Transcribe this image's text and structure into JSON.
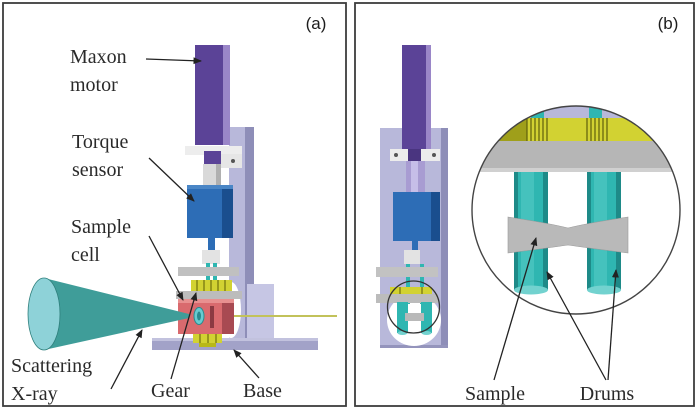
{
  "colors": {
    "motor_purple": "#5b4397",
    "motor_purple_light": "#9a86c8",
    "motor_purple_dark": "#4a3580",
    "frame_lavender": "#b8b8da",
    "frame_lavender_dark": "#8e8eb8",
    "base_lavender": "#a2a2c8",
    "base_lavender_light": "#c6c6e4",
    "sensor_blue": "#2d6db6",
    "sensor_blue_dark": "#1a4e8e",
    "drum_teal": "#2fb6b1",
    "drum_teal_dark": "#1e8a88",
    "drum_teal_light": "#72d2cf",
    "cone_teal": "#3f9d99",
    "cone_face_cyan": "#8ed2d8",
    "gear_yellow": "#d2d232",
    "gear_yellow_dark": "#70700e",
    "cell_red": "#d96a6e",
    "cell_red_dark": "#a84a52",
    "cell_red_light": "#e89090",
    "film_gray": "#b9b9b9",
    "beam_line_yellow": "#c2c25a"
  },
  "panel_a": {
    "tag": "(a)",
    "labels": {
      "maxon_line1": "Maxon",
      "maxon_line2": "motor",
      "torque_line1": "Torque",
      "torque_line2": "sensor",
      "sample_line1": "Sample",
      "sample_line2": "cell",
      "scattering_line1": "Scattering",
      "scattering_line2": "X-ray",
      "gear": "Gear",
      "base": "Base"
    }
  },
  "panel_b": {
    "tag": "(b)",
    "labels": {
      "sample": "Sample",
      "drums": "Drums"
    }
  }
}
